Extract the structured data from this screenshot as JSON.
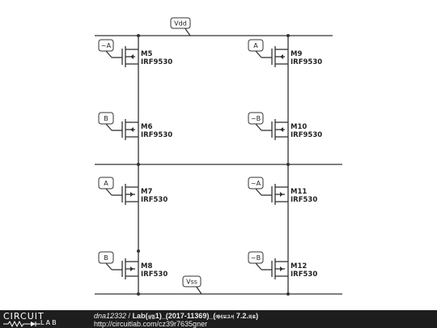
{
  "nets": {
    "vdd": "Vdd",
    "vss": "Vss"
  },
  "transistors": [
    {
      "ref": "M5",
      "part": "IRF9530",
      "input": "~A"
    },
    {
      "ref": "M6",
      "part": "IRF9530",
      "input": "B"
    },
    {
      "ref": "M7",
      "part": "IRF530",
      "input": "A"
    },
    {
      "ref": "M8",
      "part": "IRF530",
      "input": "B"
    },
    {
      "ref": "M9",
      "part": "IRF9530",
      "input": "A"
    },
    {
      "ref": "M10",
      "part": "IRF9530",
      "input": "~B"
    },
    {
      "ref": "M11",
      "part": "IRF530",
      "input": "~A"
    },
    {
      "ref": "M12",
      "part": "IRF530",
      "input": "~B"
    }
  ],
  "footer": {
    "logo_top": "CIRCUIT",
    "logo_bottom": "LAB",
    "user": "dna12332",
    "separator": " / ",
    "project_a": "Lab(",
    "project_b": "1)_(2017-11369)_(",
    "project_c": " 7.2.",
    "project_d": ")",
    "small_1": "실험",
    "small_2": "예비보고서",
    "small_3": "회로",
    "url": "http://circuitlab.com/cz39r7635gner"
  },
  "colors": {
    "wire": "#333333",
    "footer_bg": "#1e1e1e",
    "footer_text": "#eeeeee"
  }
}
